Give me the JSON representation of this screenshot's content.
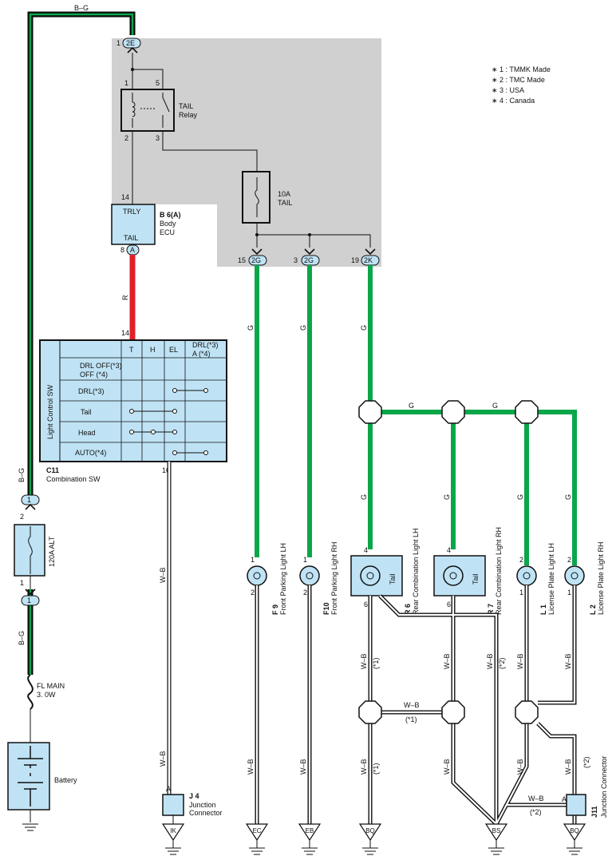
{
  "notes": [
    "∗ 1 : TMMK Made",
    "∗ 2 : TMC Made",
    "∗ 3 : USA",
    "∗ 4 : Canada"
  ],
  "wire_colors": {
    "B-G": "#0b0b0b",
    "R": "#e0202a",
    "G": "#0aa64a",
    "W-B": "#222222"
  },
  "wire_labels": {
    "bg": "B–G",
    "r": "R",
    "g": "G",
    "wb": "W–B",
    "wb_s1": "(*1)",
    "wb_s2": "(*2)"
  },
  "connectors": {
    "c2e": "2E",
    "c2e_pin": "1",
    "c2g_a": "2G",
    "c2g_a_pin": "15",
    "c2g_b": "2G",
    "c2g_b_pin": "3",
    "c2k": "2K",
    "c2k_pin": "19",
    "ca": "A",
    "ca_pin": "8",
    "alt_top": "1",
    "alt_top_pin": "2",
    "alt_bot": "1",
    "alt_bot_pin": "1"
  },
  "relay": {
    "name": "TAIL",
    "sub": "Relay",
    "pin1": "1",
    "pin5": "5",
    "pin2": "2",
    "pin3": "3"
  },
  "fuse_tail": {
    "name": "10A",
    "sub": "TAIL"
  },
  "ecu": {
    "pin": "14",
    "top": "TRLY",
    "bottom": "TAIL",
    "code": "B 6(A)",
    "name1": "Body",
    "name2": "ECU"
  },
  "switch": {
    "pin_top": "14",
    "pin_bot": "16",
    "side_label": "Light Control SW",
    "code": "C11",
    "name": "Combination SW",
    "cols": [
      "T",
      "H",
      "EL"
    ],
    "col4a": "DRL(*3)",
    "col4b": "A (*4)",
    "rows": [
      "DRL OFF(*3)",
      "OFF  (*4)",
      "DRL(*3)",
      "Tail",
      "Head",
      "AUTO(*4)"
    ]
  },
  "alt_fuse": {
    "label": "120A ALT"
  },
  "fl_main": {
    "l1": "FL MAIN",
    "l2": "3. 0W"
  },
  "battery": {
    "label": "Battery"
  },
  "j4": {
    "pin": "A",
    "code": "J 4",
    "l1": "Junction",
    "l2": "Connector"
  },
  "j11": {
    "pin": "A",
    "code": "J11",
    "label": "Junction Connector"
  },
  "lamps": {
    "f9": {
      "code": "F 9",
      "name": "Front Parking Light LH",
      "p1": "1",
      "p2": "2"
    },
    "f10": {
      "code": "F10",
      "name": "Front Parking Light RH",
      "p1": "1",
      "p2": "2"
    },
    "r6": {
      "code": "R 6",
      "name": "Rear Combination Light LH",
      "p1": "4",
      "p2": "6",
      "box": "Tail"
    },
    "r7": {
      "code": "R 7",
      "name": "Rear Combination Light RH",
      "p1": "4",
      "p2": "6",
      "box": "Tail"
    },
    "l1": {
      "code": "L 1",
      "name": "License Plate Light LH",
      "p1": "2",
      "p2": "1"
    },
    "l2": {
      "code": "L 2",
      "name": "License Plate Light RH",
      "p1": "2",
      "p2": "1"
    }
  },
  "grounds": [
    "IK",
    "EC",
    "EB",
    "BQ",
    "BS",
    "BQ"
  ]
}
